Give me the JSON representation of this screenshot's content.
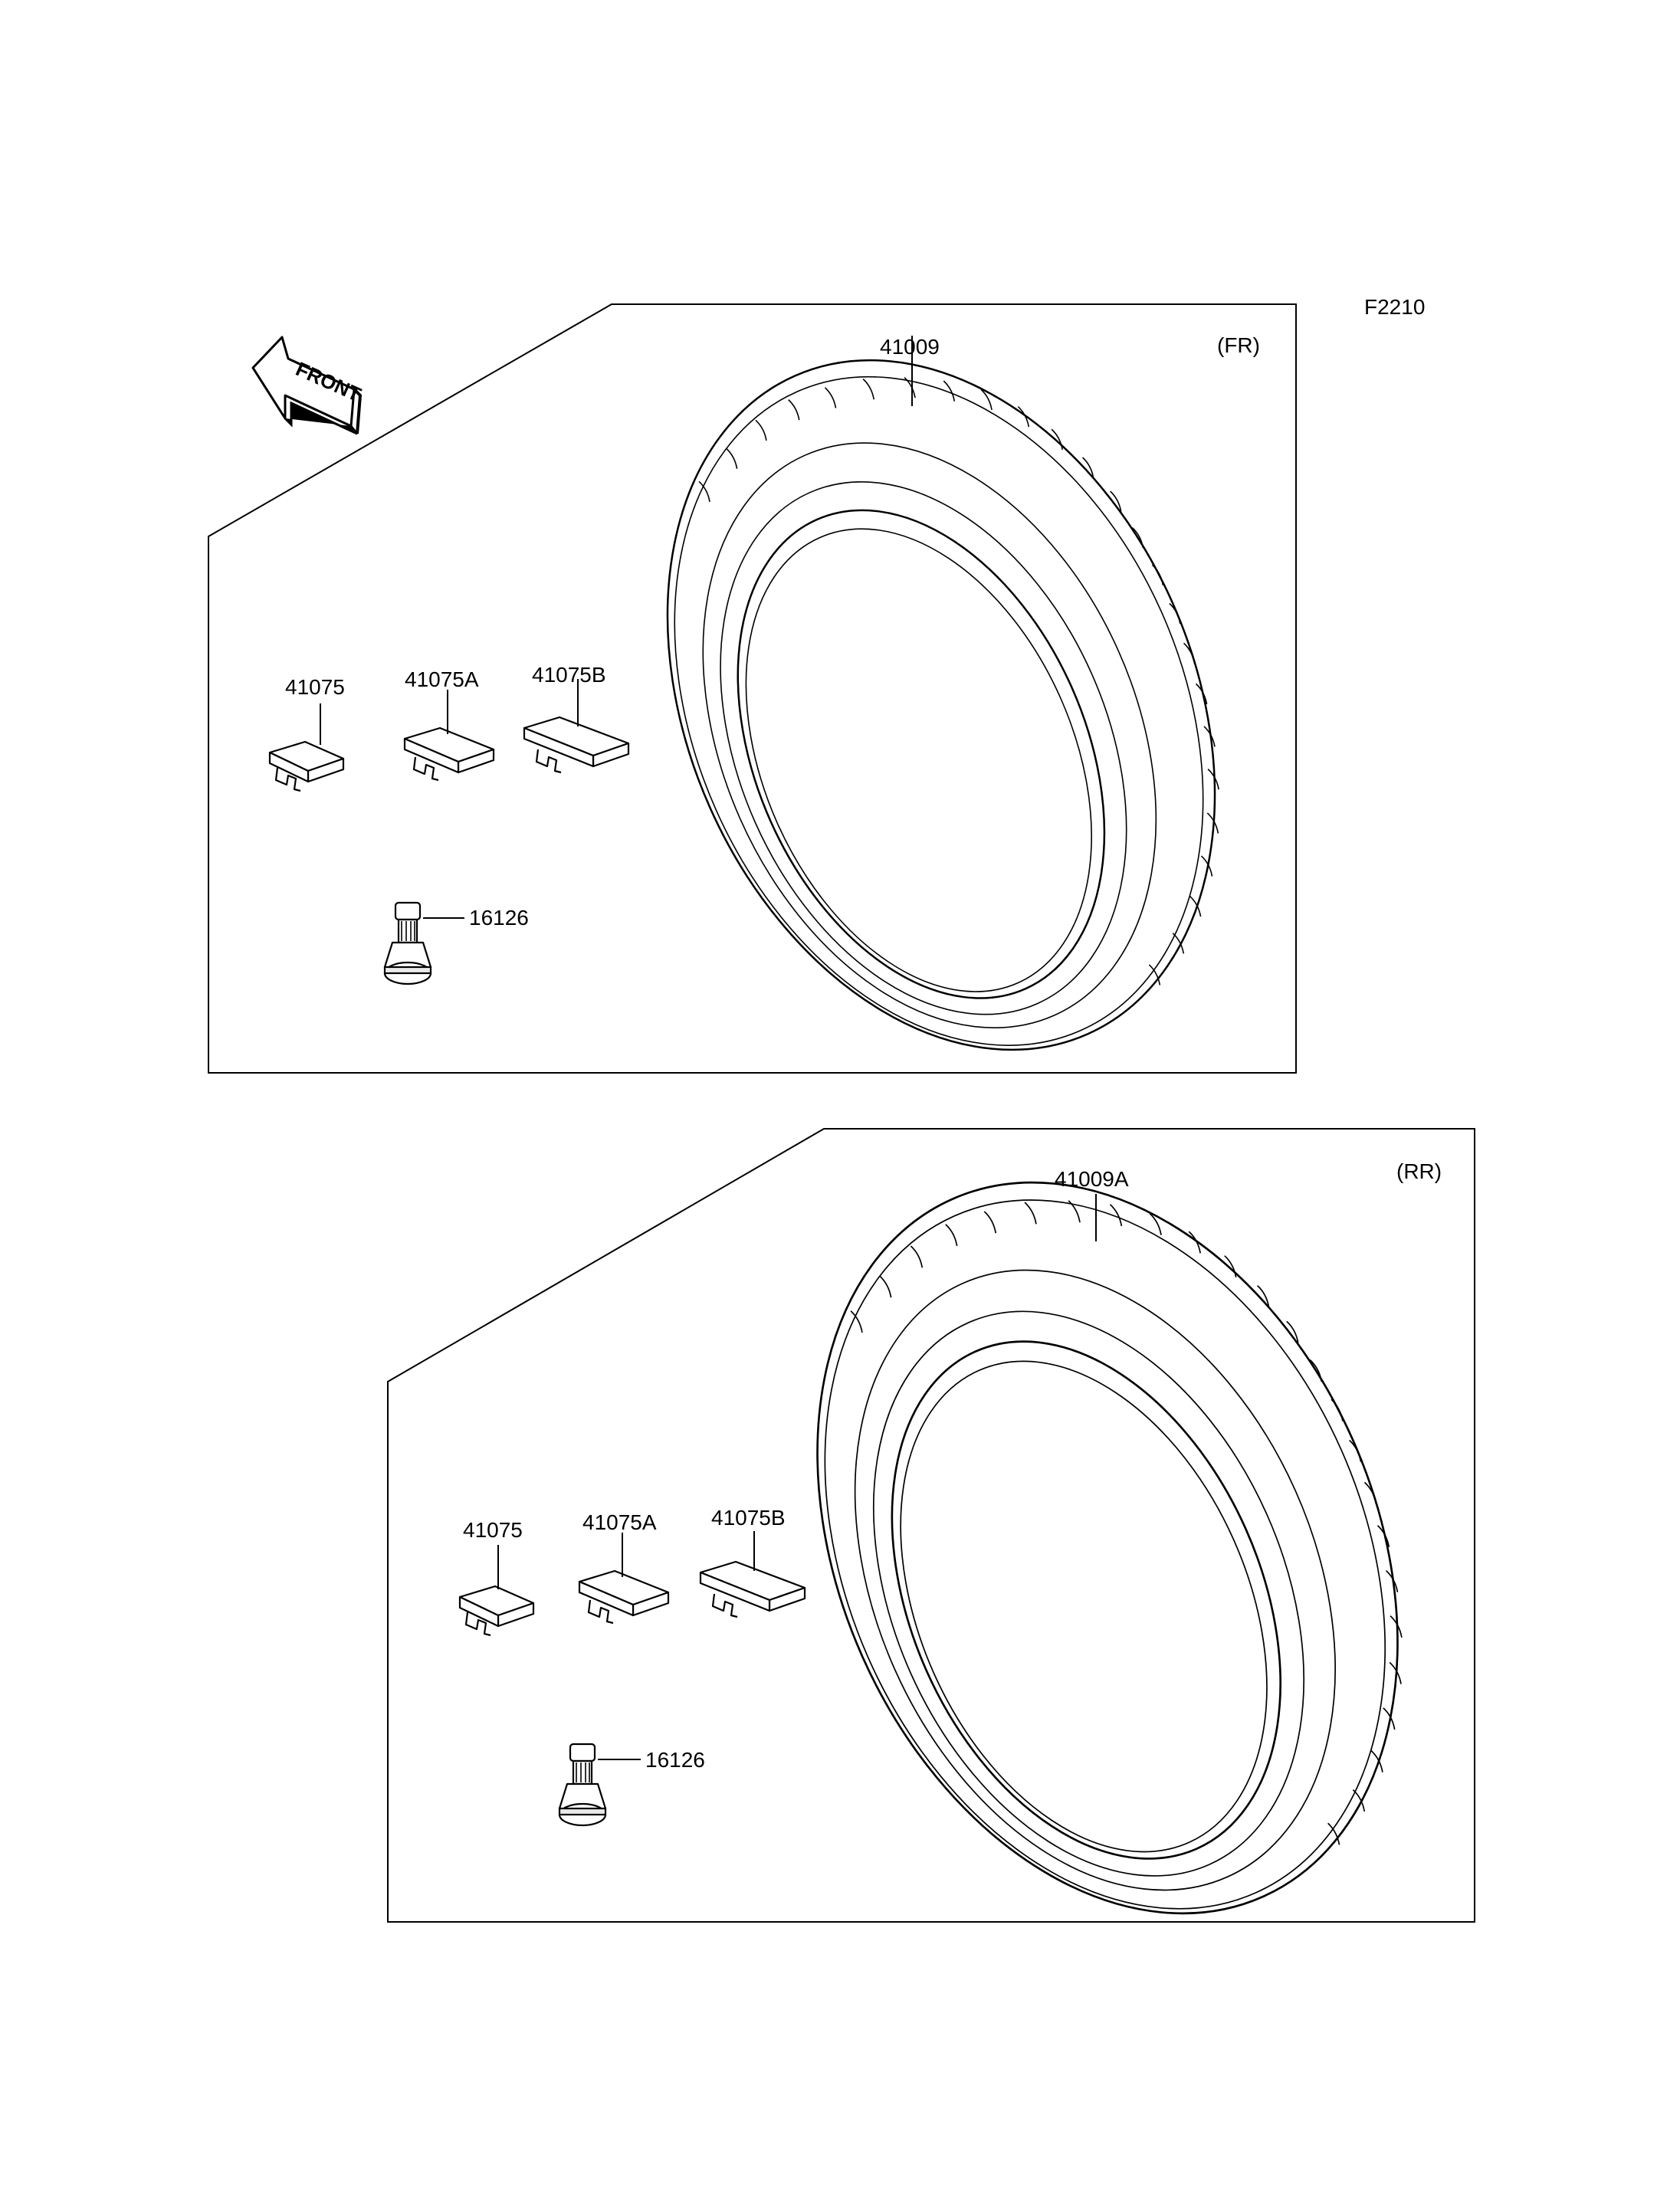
{
  "figure_code": "F2210",
  "front_arrow_text": "FRONT",
  "panels": [
    {
      "id": "front",
      "position_label": "(FR)",
      "tire_part_no": "41009",
      "weights": [
        "41075",
        "41075A",
        "41075B"
      ],
      "valve_part_no": "16126"
    },
    {
      "id": "rear",
      "position_label": "(RR)",
      "tire_part_no": "41009A",
      "weights": [
        "41075",
        "41075A",
        "41075B"
      ],
      "valve_part_no": "16126"
    }
  ]
}
